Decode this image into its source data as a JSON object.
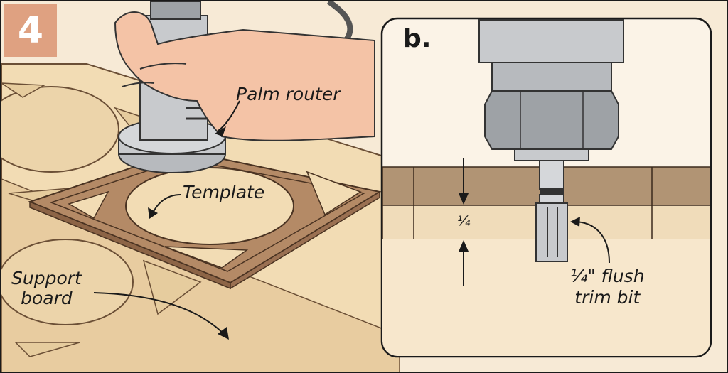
{
  "step_number": "4",
  "detail_tag": "b.",
  "labels": {
    "palm_router": "Palm router",
    "template": "Template",
    "support_line1": "Support",
    "support_line2": "board",
    "quarter_dim": "¼",
    "bit_line1": "¼\" flush",
    "bit_line2": "trim bit"
  },
  "colors": {
    "badge": "#dfa181",
    "background": "#f7ead6",
    "support_board": "#f2dcb4",
    "template_wood": "#b48a66",
    "router_metal": "#c8cacd",
    "skin": "#f4c3a6",
    "detail_panel": "#fbf3e7",
    "top_layer": "#b19474",
    "middle_layer": "#f0dcba"
  }
}
